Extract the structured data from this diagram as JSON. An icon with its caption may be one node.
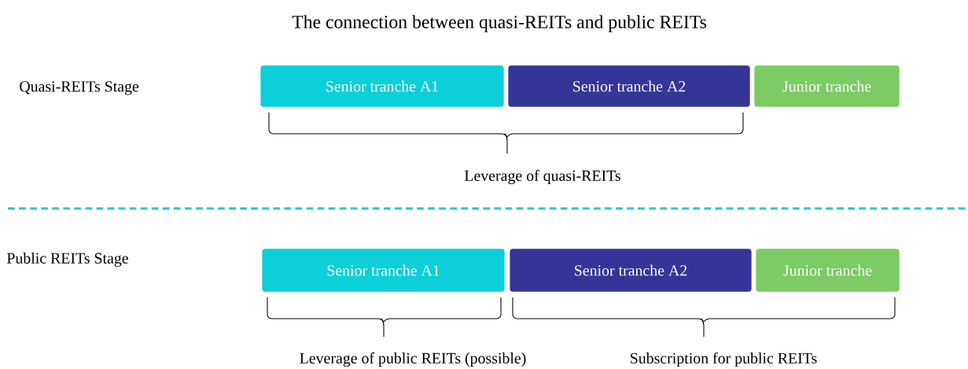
{
  "diagram": {
    "title": "The connection between quasi-REITs and public REITs",
    "nodes": [
      {
        "text": [
          "Senior tranche A1"
        ]
      },
      {
        "text": [
          "Senior tranche A2"
        ]
      },
      {
        "text": [
          "Junior tranche"
        ]
      },
      {
        "text": [
          "Senior tranche A1"
        ]
      },
      {
        "text": [
          "Senior tranche A2"
        ]
      },
      {
        "text": [
          "Junior tranche"
        ]
      }
    ],
    "labels": [
      "Quasi-REITs Stage",
      "Leverage of quasi-REITs",
      "Public REITs Stage",
      "Leverage of public REITs (possible)",
      "Subscription for public REITs"
    ]
  }
}
